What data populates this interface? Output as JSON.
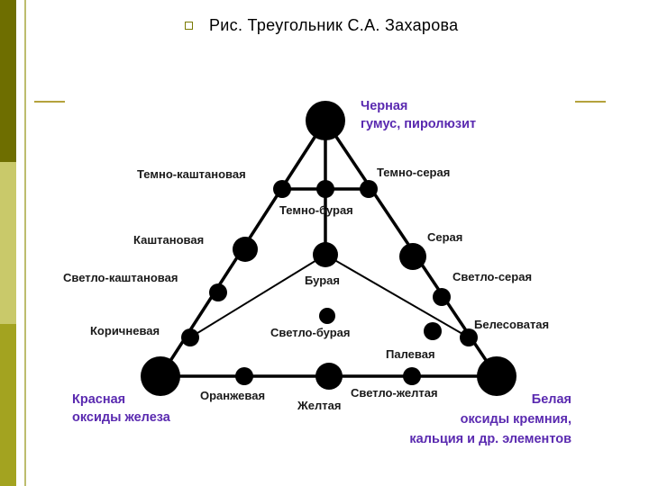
{
  "slide": {
    "title": "Рис. Треугольник С.А. Захарова",
    "bullet_icon": "square-bullet-icon",
    "accent_color": "#a3a320",
    "corner_label_color": "#5a2ab0"
  },
  "diagram": {
    "corners": {
      "top": {
        "line1": "Черная",
        "line2": "гумус, пиролюзит"
      },
      "left": {
        "line1": "Красная",
        "line2": "оксиды железа"
      },
      "right": {
        "line1": "Белая",
        "line2": "оксиды кремния,",
        "line3": "кальция и др. элементов"
      }
    },
    "left_side": [
      "Темно-каштановая",
      "Каштановая",
      "Светло-каштановая",
      "Коричневая"
    ],
    "right_side": [
      "Темно-серая",
      "Серая",
      "Светло-серая",
      "Белесоватая"
    ],
    "bottom_side": [
      "Оранжевая",
      "Желтая",
      "Светло-желтая"
    ],
    "inner": [
      "Темно-бурая",
      "Бурая",
      "Светло-бурая",
      "Палевая"
    ]
  }
}
